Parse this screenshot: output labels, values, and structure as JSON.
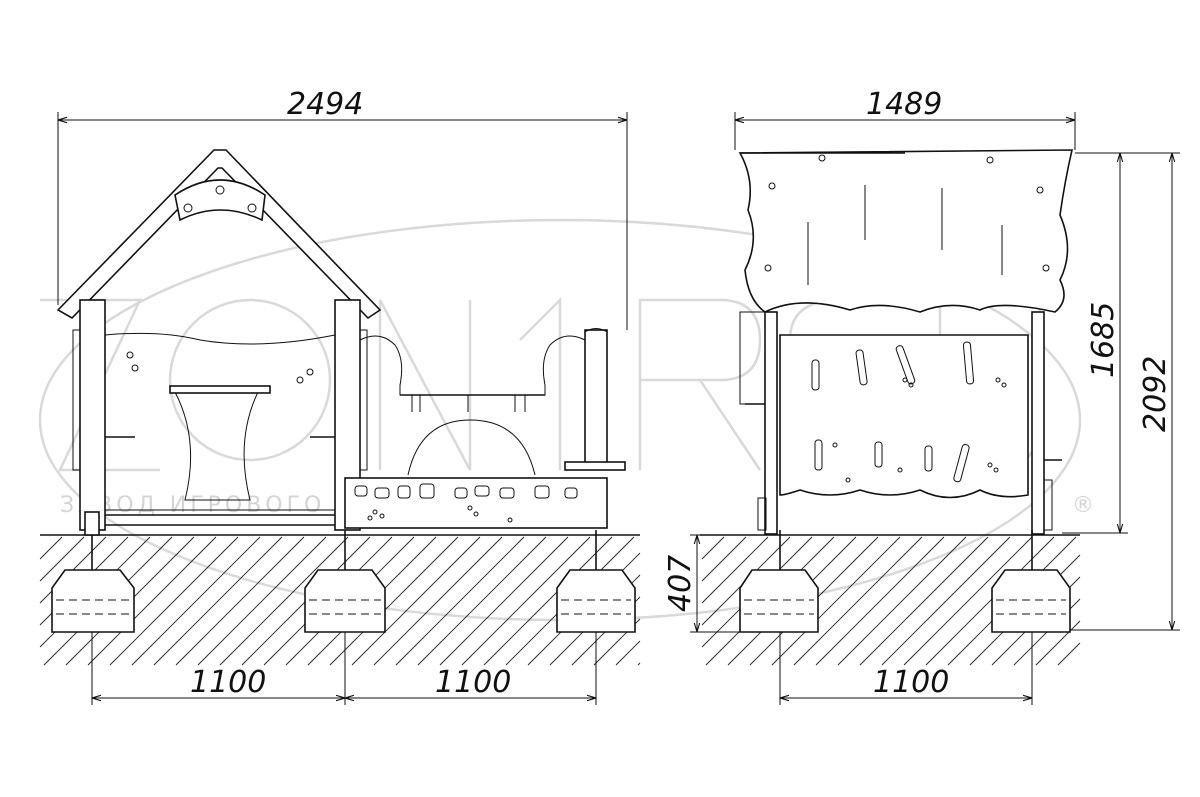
{
  "dimensions": {
    "front_total_width": "2494",
    "front_span_left": "1100",
    "front_span_right": "1100",
    "side_total_width": "1489",
    "side_span": "1100",
    "side_height_panel": "1685",
    "side_height_total": "2092",
    "depth_below_ground": "407"
  },
  "watermark": {
    "company": "ЗАВОД ИГРОВОГО ОБОРУДОВАНИЯ",
    "registered_mark": "®"
  },
  "colors": {
    "line": "#111111",
    "watermark": "#d4d4d4"
  }
}
